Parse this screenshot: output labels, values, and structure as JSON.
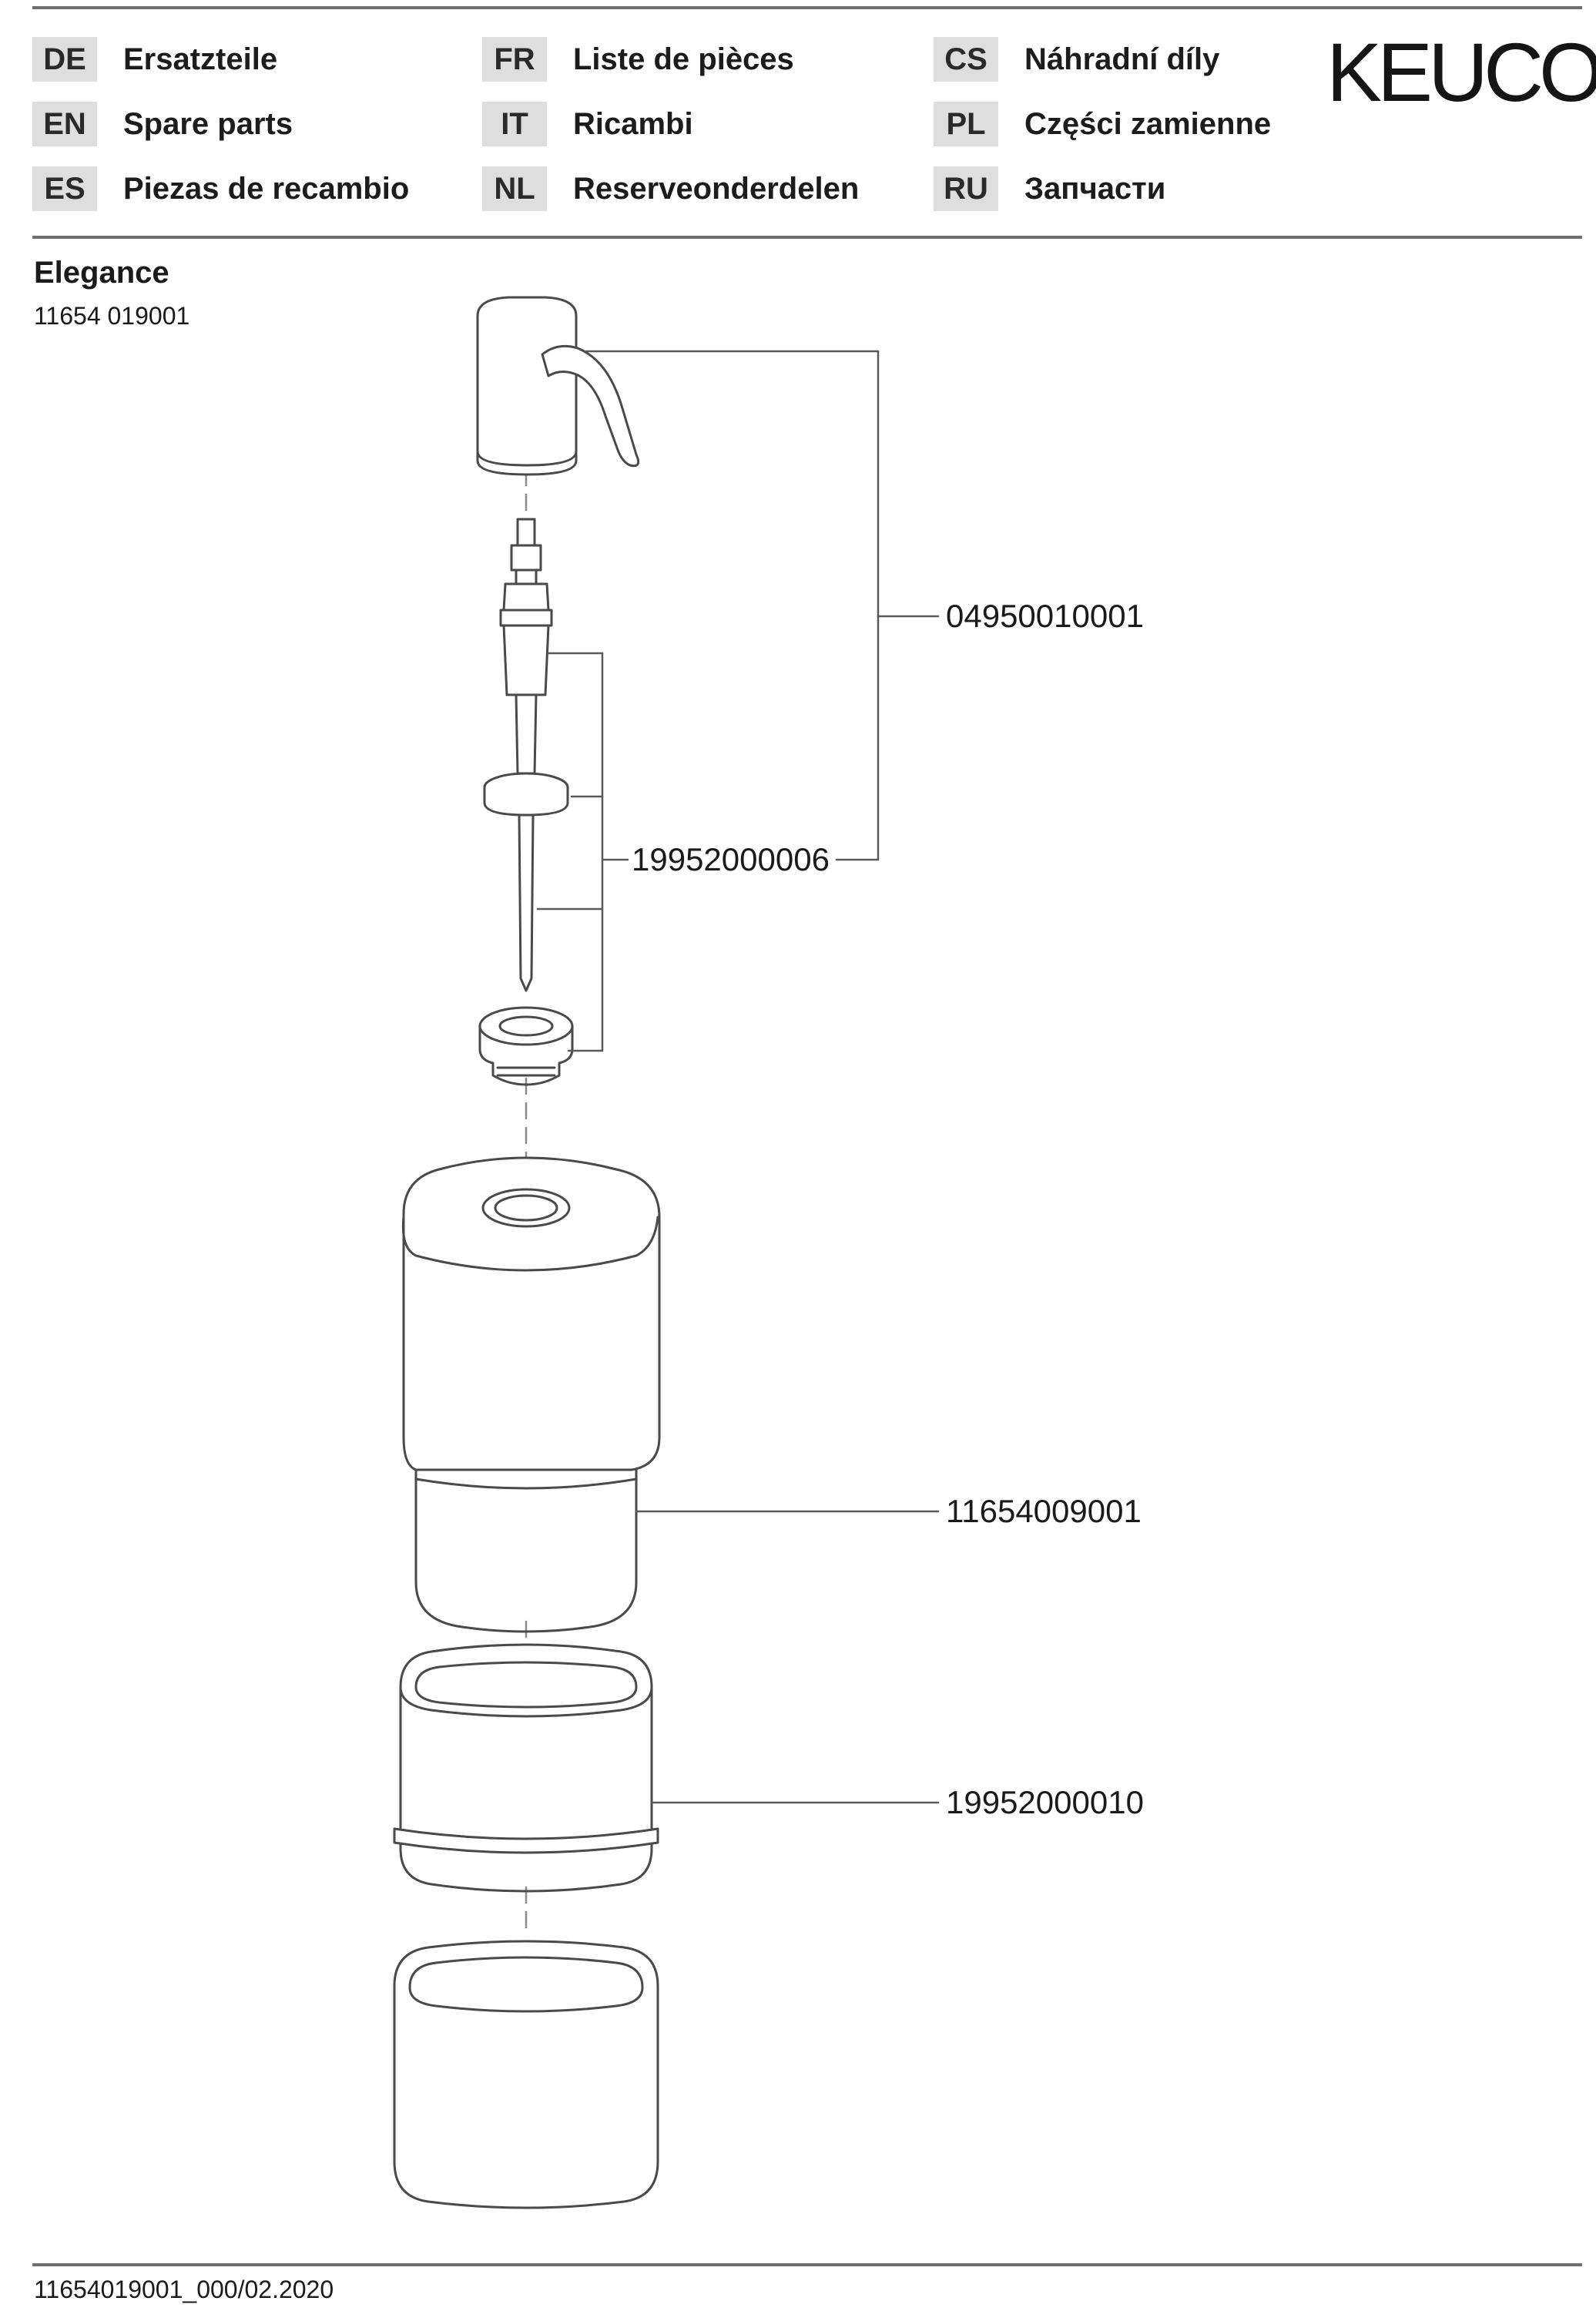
{
  "header": {
    "languages": [
      {
        "code": "DE",
        "label": "Ersatzteile"
      },
      {
        "code": "EN",
        "label": "Spare parts"
      },
      {
        "code": "ES",
        "label": "Piezas de recambio"
      },
      {
        "code": "FR",
        "label": "Liste de pièces"
      },
      {
        "code": "IT",
        "label": "Ricambi"
      },
      {
        "code": "NL",
        "label": "Reserveonderdelen"
      },
      {
        "code": "CS",
        "label": "Náhradní díly"
      },
      {
        "code": "PL",
        "label": "Części zamienne"
      },
      {
        "code": "RU",
        "label": "Запчасти"
      }
    ],
    "brand": "KEUCO"
  },
  "product": {
    "name": "Elegance",
    "number": "11654 019001"
  },
  "parts": [
    {
      "number": "04950010001"
    },
    {
      "number": "19952000006"
    },
    {
      "number": "11654009001"
    },
    {
      "number": "19952000010"
    }
  ],
  "footer": {
    "doc_code": "11654019001_000/02.2020"
  }
}
